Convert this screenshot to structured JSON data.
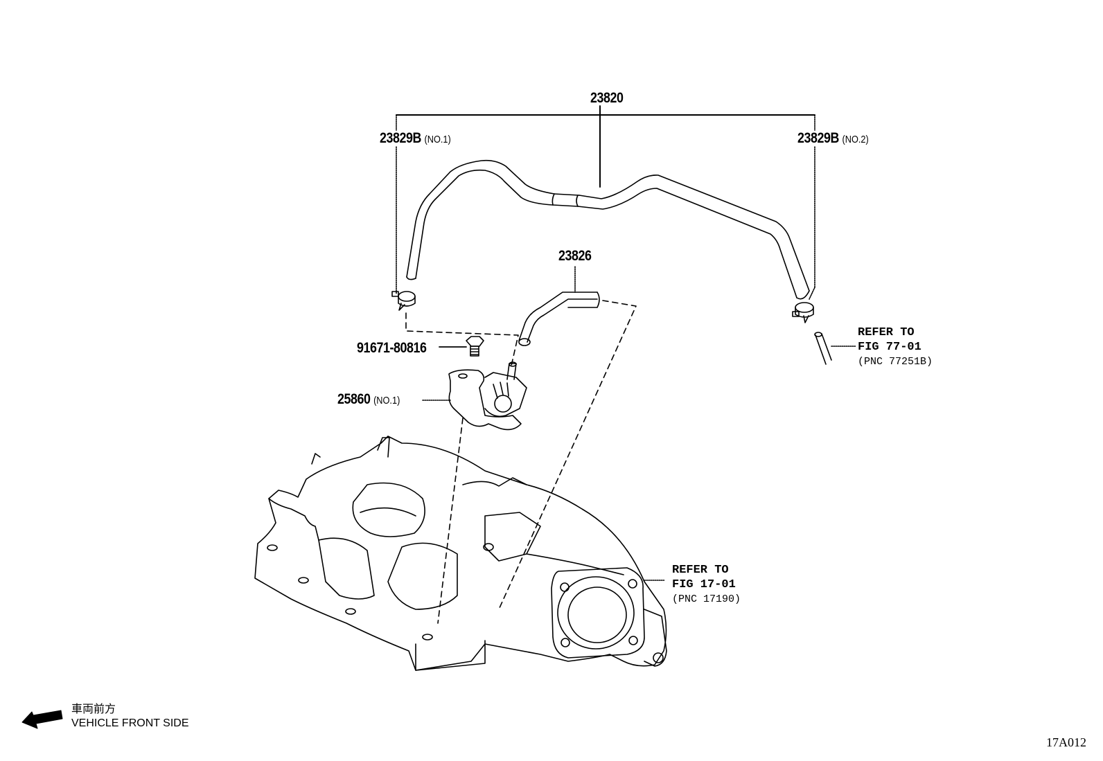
{
  "diagram": {
    "figure_code": "17A012",
    "parts": [
      {
        "number": "23820",
        "note": ""
      },
      {
        "number": "23829B",
        "note": "(NO.1)"
      },
      {
        "number": "23829B",
        "note": "(NO.2)"
      },
      {
        "number": "23826",
        "note": ""
      },
      {
        "number": "91671-80816",
        "note": ""
      },
      {
        "number": "25860",
        "note": "(NO.1)"
      }
    ],
    "references": [
      {
        "line1": "REFER TO",
        "line2": "FIG 77-01",
        "line3": "(PNC 77251B)"
      },
      {
        "line1": "REFER TO",
        "line2": "FIG 17-01",
        "line3": "(PNC 17190)"
      }
    ],
    "orientation": {
      "japanese_label": "車両前方",
      "english_label": "VEHICLE FRONT SIDE",
      "icon": "arrow-left-down-icon"
    }
  }
}
